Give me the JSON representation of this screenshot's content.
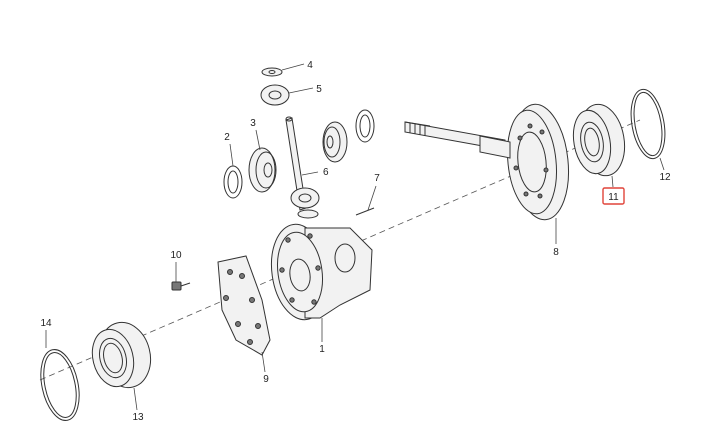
{
  "diagram": {
    "callouts": {
      "c1": "1",
      "c2": "2",
      "c3": "3",
      "c4": "4",
      "c5": "5",
      "c6": "6",
      "c7": "7",
      "c8": "8",
      "c9": "9",
      "c10": "10",
      "c11": "11",
      "c12": "12",
      "c13": "13",
      "c14": "14"
    },
    "highlighted_callout": "11",
    "highlight_color": "#e0443a"
  }
}
